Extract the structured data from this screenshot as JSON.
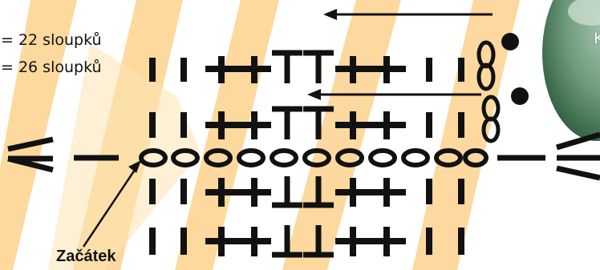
{
  "legend": {
    "line1": "= 22 sloupků",
    "line2": "= 26 sloupků"
  },
  "photo": {
    "caption": "K"
  },
  "start": {
    "label": "Začátek"
  },
  "colors": {
    "stripe": "#fdd087",
    "ink": "#111111",
    "photo_green": "#6d9b7b"
  },
  "icons": {
    "chain": "oval",
    "slip_stitch": "filled-dot",
    "single_crochet": "plus",
    "dc": "T",
    "dc_back": "inverted-T",
    "turn_chain": "figure-eight"
  }
}
